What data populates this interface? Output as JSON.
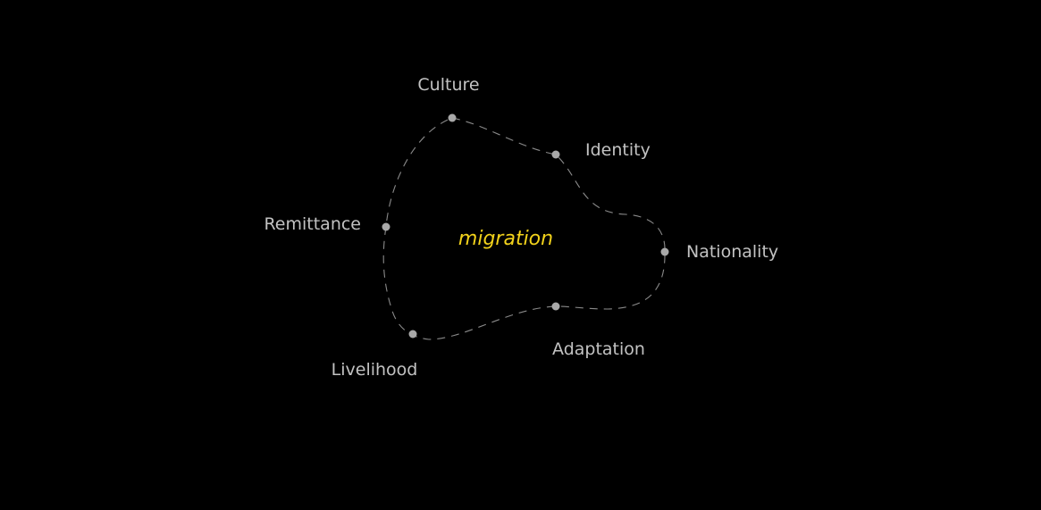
{
  "center": {
    "label": "migration",
    "color": "#f2d21b"
  },
  "nodes": [
    {
      "id": "culture",
      "label": "Culture"
    },
    {
      "id": "identity",
      "label": "Identity"
    },
    {
      "id": "nationality",
      "label": "Nationality"
    },
    {
      "id": "adaptation",
      "label": "Adaptation"
    },
    {
      "id": "livelihood",
      "label": "Livelihood"
    },
    {
      "id": "remittance",
      "label": "Remittance"
    }
  ],
  "colors": {
    "background": "#000000",
    "label": "#c2c2c2",
    "dot": "#a9a9a9",
    "outline": "#8a8a8a"
  }
}
